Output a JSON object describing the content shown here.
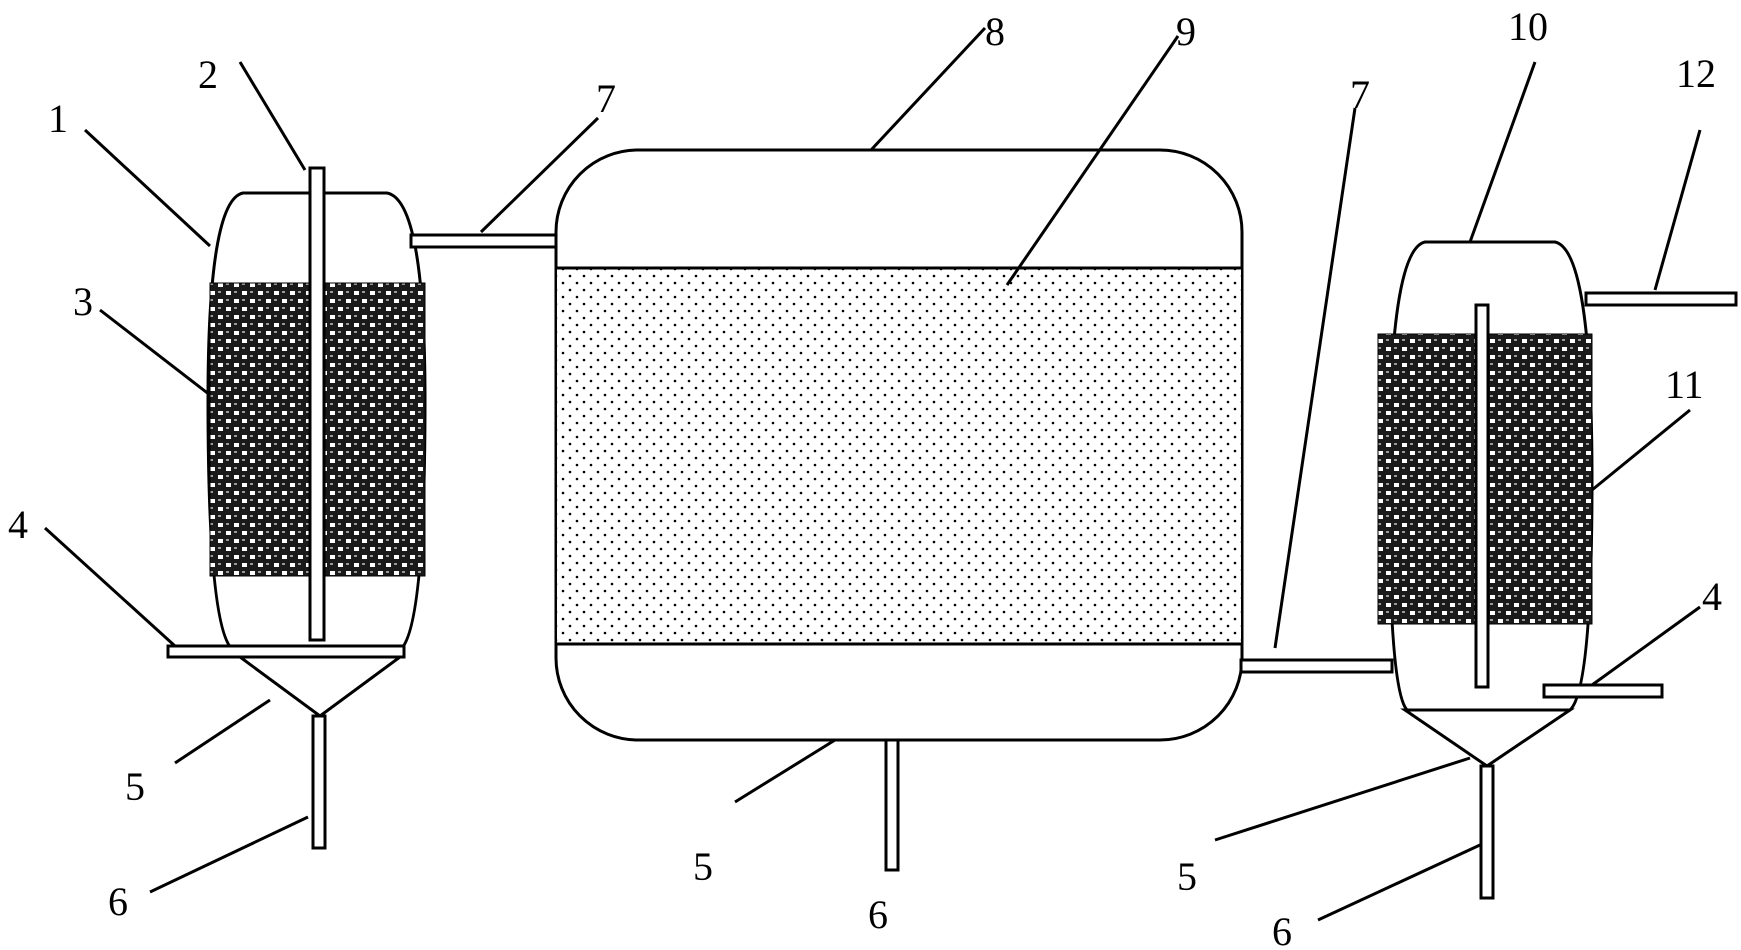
{
  "callouts": {
    "n1": "1",
    "n2": "2",
    "n3": "3",
    "n4": "4",
    "n5": "5",
    "n6": "6",
    "n7": "7",
    "n8": "8",
    "n9": "9",
    "n10": "10",
    "n11": "11",
    "n12": "12"
  },
  "colors": {
    "line": "#000000",
    "background": "#ffffff",
    "packing_dark": "#1a1a1a",
    "packing_light": "#ffffff",
    "dot": "#000000"
  }
}
